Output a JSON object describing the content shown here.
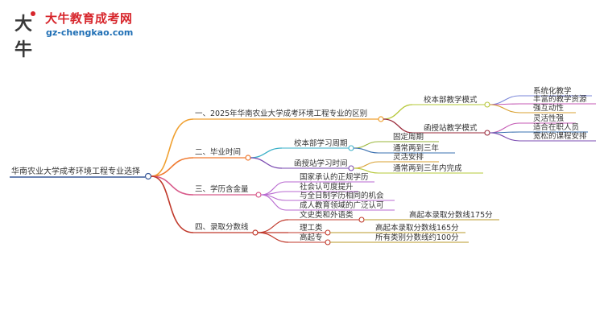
{
  "logo": {
    "title": "大牛教育成考网",
    "url": "gz-chengkao.com",
    "mark_char": "大牛"
  },
  "mindmap": {
    "root": "华南农业大学成考环境工程专业选择",
    "branches": [
      {
        "label": "一、2025年华南农业大学成考环境工程专业的区别",
        "color": "#f0a030",
        "children": [
          {
            "label": "校本部教学模式",
            "color": "#b6c83a",
            "children": [
              "系统化教学",
              "丰富的教学资源",
              "强互动性"
            ]
          },
          {
            "label": "函授站教学模式",
            "color": "#9a2a3a",
            "children": [
              "灵活性强",
              "适合在职人员",
              "宽松的课程安排"
            ]
          }
        ]
      },
      {
        "label": "二、毕业时间",
        "color": "#f07a30",
        "children": [
          {
            "label": "校本部学习周期",
            "color": "#3ab0c8",
            "children": [
              "固定周期",
              "通常两到三年"
            ]
          },
          {
            "label": "函授站学习时间",
            "color": "#7a4ab0",
            "children": [
              "灵活安排",
              "通常两到三年内完成"
            ]
          }
        ]
      },
      {
        "label": "三、学历含金量",
        "color": "#d85a8a",
        "children": [
          "国家承认的正规学历",
          "社会认可度提升",
          "与全日制学历相同的机会",
          "成人教育领域的广泛认可"
        ]
      },
      {
        "label": "四、录取分数线",
        "color": "#c0392b",
        "children": [
          {
            "label": "文史类和外语类",
            "value": "高起本录取分数线175分"
          },
          {
            "label": "理工类",
            "value": "高起本录取分数线165分"
          },
          {
            "label": "高起专",
            "value": "所有类别分数线约100分"
          }
        ]
      }
    ],
    "colors": {
      "level3_b1_c1": "#7a86d8",
      "level3_b1_c2": "#c45ab4",
      "level3_b2_c1": "#9ab63a",
      "level3_b2_c2": "#d8a030",
      "branch3_leaves": "#b86ad0",
      "branch4_leaves": "#b89a2a"
    }
  }
}
